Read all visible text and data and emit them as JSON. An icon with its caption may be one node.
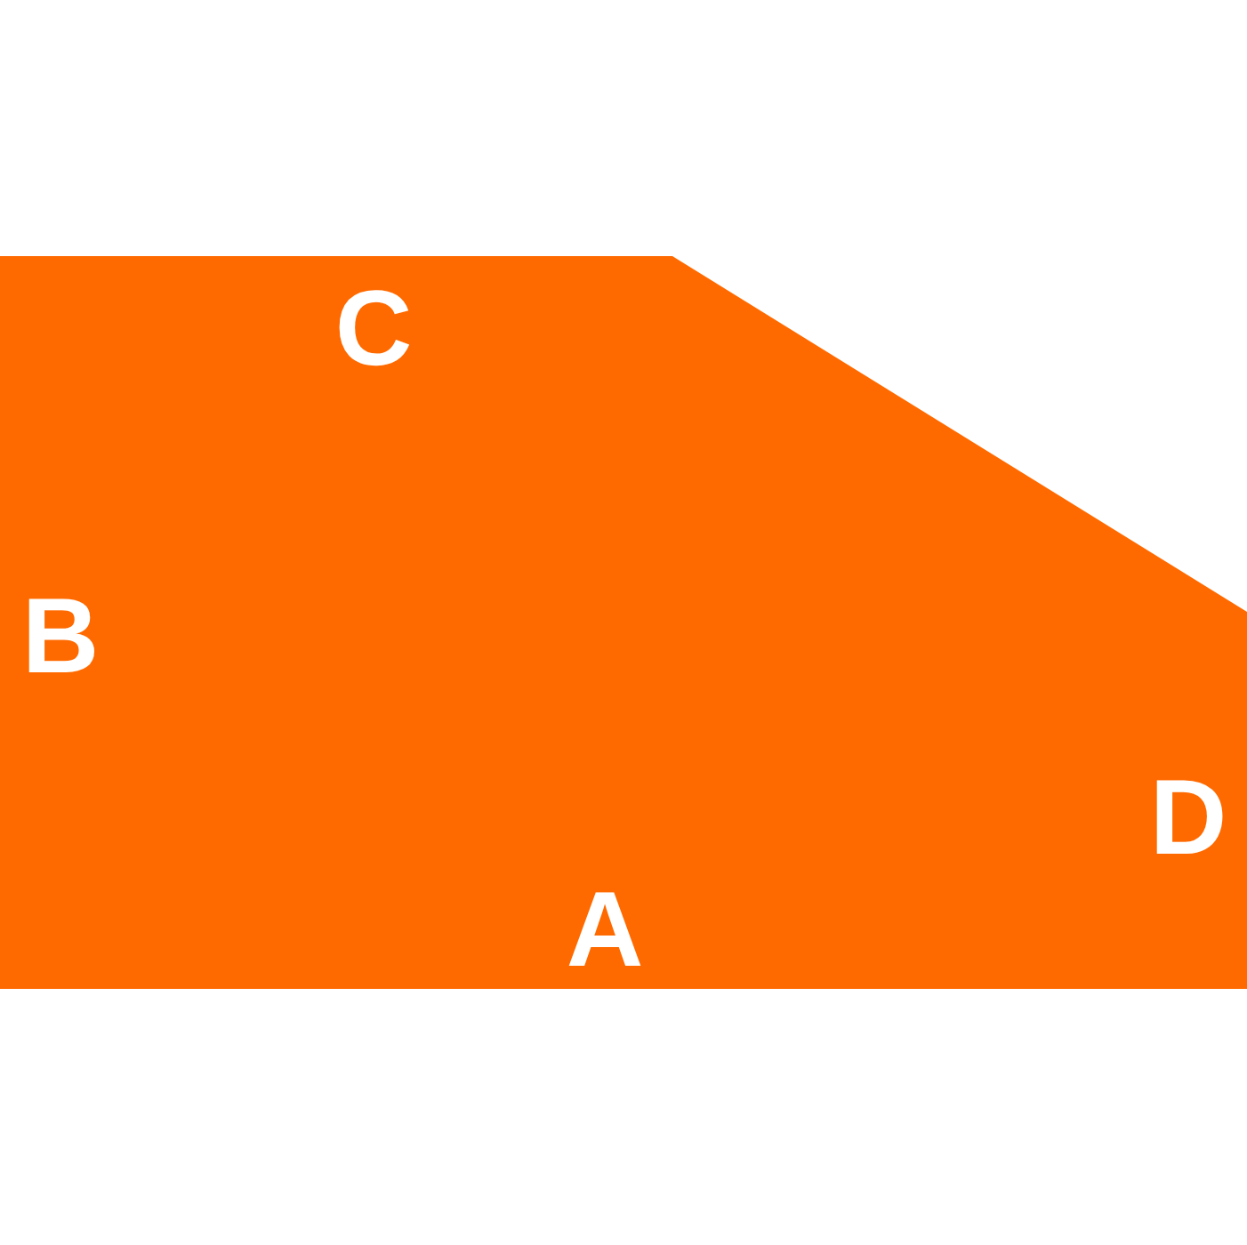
{
  "diagram": {
    "labels": [
      "C",
      "B",
      "D",
      "A"
    ]
  }
}
